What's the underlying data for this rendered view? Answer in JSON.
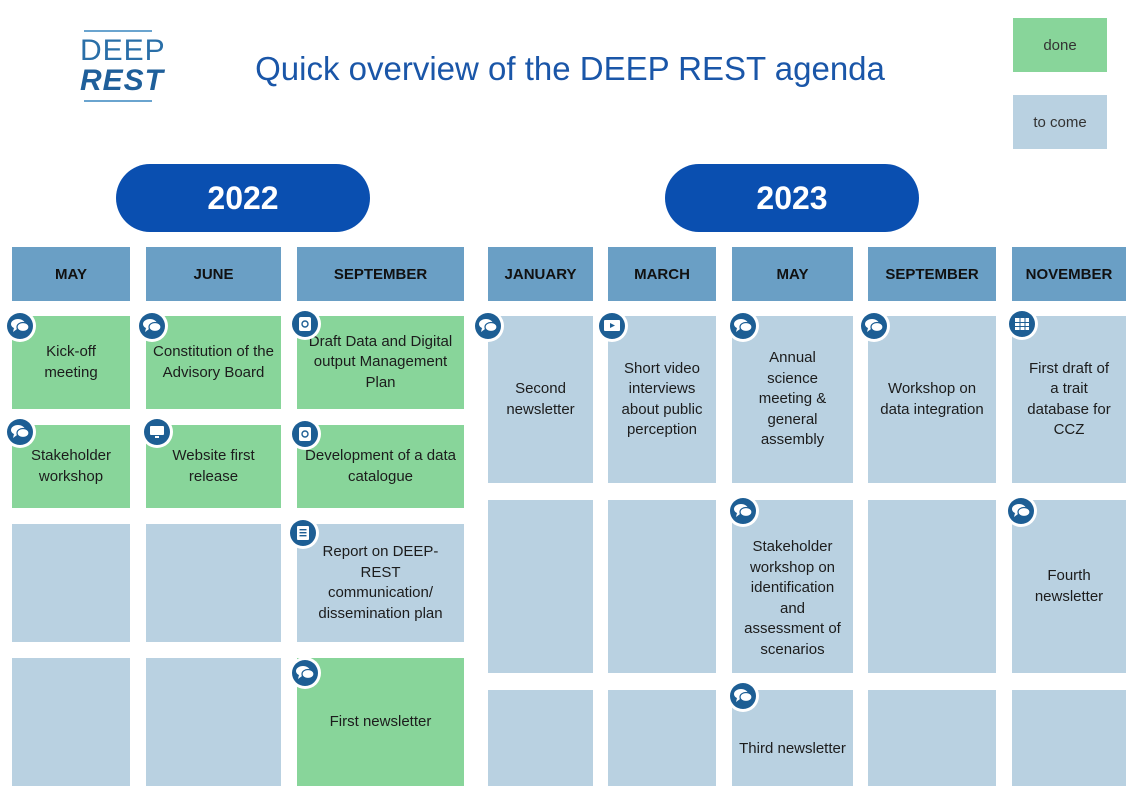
{
  "logo": {
    "line1": "DEEP",
    "line2": "REST"
  },
  "title": "Quick overview of the DEEP REST agenda",
  "legend": {
    "done": "done",
    "to_come": "to come"
  },
  "colors": {
    "done": "#88d59a",
    "to_come": "#b9d1e1",
    "month_header": "#6a9fc5",
    "year_pill": "#0a4fb0",
    "icon": "#1d5e94"
  },
  "years": [
    "2022",
    "2023"
  ],
  "months": [
    "MAY",
    "JUNE",
    "SEPTEMBER",
    "JANUARY",
    "MARCH",
    "MAY",
    "SEPTEMBER",
    "NOVEMBER"
  ],
  "cells": [
    {
      "text": "Kick-off meeting",
      "status": "done",
      "icon": "chat-icon"
    },
    {
      "text": "Stakeholder workshop",
      "status": "done",
      "icon": "chat-icon"
    },
    {
      "text": "",
      "status": "to_come"
    },
    {
      "text": "",
      "status": "to_come"
    },
    {
      "text": "Constitution of the Advisory Board",
      "status": "done",
      "icon": "chat-icon"
    },
    {
      "text": "Website first release",
      "status": "done",
      "icon": "monitor-icon"
    },
    {
      "text": "",
      "status": "to_come"
    },
    {
      "text": "",
      "status": "to_come"
    },
    {
      "text": "Draft Data and Digital output Management Plan",
      "status": "done",
      "icon": "document-icon"
    },
    {
      "text": "Development of a data catalogue",
      "status": "done",
      "icon": "document-icon"
    },
    {
      "text": "Report on DEEP-REST communication/ dissemination plan",
      "status": "to_come",
      "icon": "report-icon"
    },
    {
      "text": "First newsletter",
      "status": "done",
      "icon": "chat-icon"
    },
    {
      "text": "Second newsletter",
      "status": "to_come",
      "icon": "chat-icon"
    },
    {
      "text": "",
      "status": "to_come"
    },
    {
      "text": "",
      "status": "to_come"
    },
    {
      "text": "Short video interviews about public perception",
      "status": "to_come",
      "icon": "video-icon"
    },
    {
      "text": "",
      "status": "to_come"
    },
    {
      "text": "",
      "status": "to_come"
    },
    {
      "text": "Annual science meeting & general assembly",
      "status": "to_come",
      "icon": "chat-icon"
    },
    {
      "text": "Stakeholder workshop on identification and assessment of scenarios",
      "status": "to_come",
      "icon": "chat-icon"
    },
    {
      "text": "Third newsletter",
      "status": "to_come",
      "icon": "chat-icon"
    },
    {
      "text": "Workshop on data integration",
      "status": "to_come",
      "icon": "chat-icon"
    },
    {
      "text": "",
      "status": "to_come"
    },
    {
      "text": "",
      "status": "to_come"
    },
    {
      "text": "First draft of a trait database for CCZ",
      "status": "to_come",
      "icon": "database-icon"
    },
    {
      "text": "Fourth newsletter",
      "status": "to_come",
      "icon": "chat-icon"
    },
    {
      "text": "",
      "status": "to_come"
    }
  ]
}
